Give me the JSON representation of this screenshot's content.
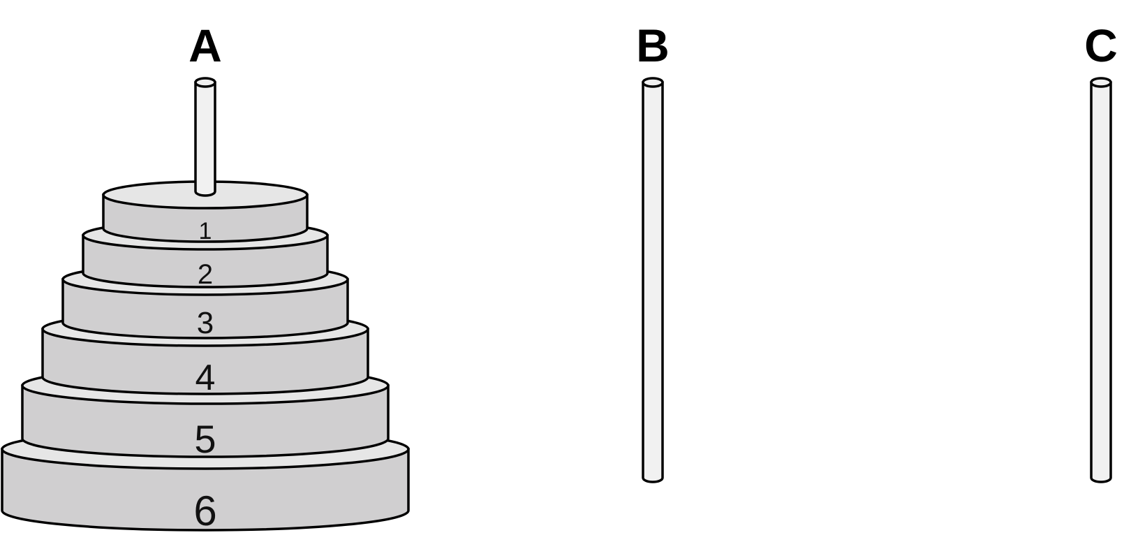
{
  "rods": [
    {
      "label": "A"
    },
    {
      "label": "B"
    },
    {
      "label": "C"
    }
  ],
  "disks": [
    {
      "label": "1",
      "rod": "A"
    },
    {
      "label": "2",
      "rod": "A"
    },
    {
      "label": "3",
      "rod": "A"
    },
    {
      "label": "4",
      "rod": "A"
    },
    {
      "label": "5",
      "rod": "A"
    },
    {
      "label": "6",
      "rod": "A"
    }
  ],
  "colors": {
    "disk_side": "#d0cfd0",
    "disk_top": "#e6e6e6",
    "rod_fill": "#f1f1f1",
    "outline": "#000000"
  }
}
